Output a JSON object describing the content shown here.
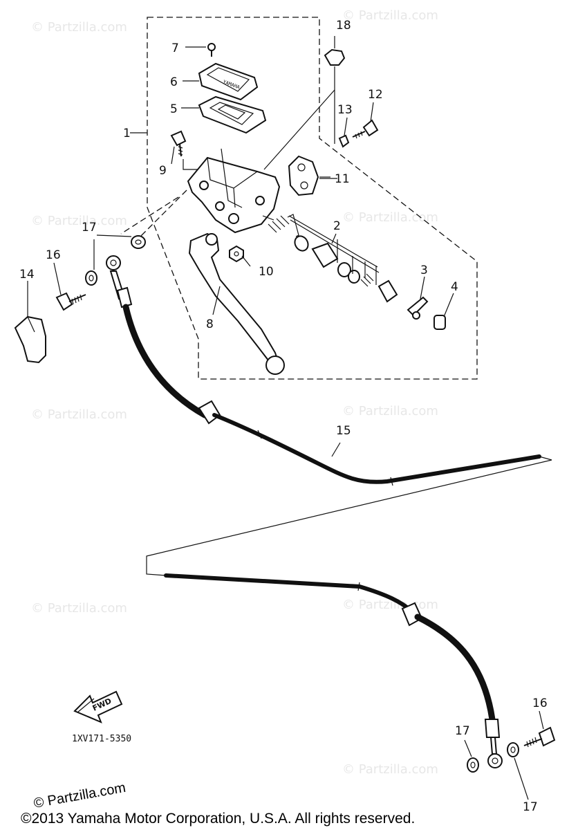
{
  "watermark": "© Partzilla.com",
  "callouts": [
    {
      "id": "c1",
      "text": "1"
    },
    {
      "id": "c2",
      "text": "2"
    },
    {
      "id": "c3",
      "text": "3"
    },
    {
      "id": "c4",
      "text": "4"
    },
    {
      "id": "c5",
      "text": "5"
    },
    {
      "id": "c6",
      "text": "6"
    },
    {
      "id": "c7",
      "text": "7"
    },
    {
      "id": "c8",
      "text": "8"
    },
    {
      "id": "c9",
      "text": "9"
    },
    {
      "id": "c10",
      "text": "10"
    },
    {
      "id": "c11",
      "text": "11"
    },
    {
      "id": "c12",
      "text": "12"
    },
    {
      "id": "c13",
      "text": "13"
    },
    {
      "id": "c14",
      "text": "14"
    },
    {
      "id": "c15",
      "text": "15"
    },
    {
      "id": "c16a",
      "text": "16"
    },
    {
      "id": "c16b",
      "text": "16"
    },
    {
      "id": "c17a",
      "text": "17"
    },
    {
      "id": "c17b",
      "text": "17"
    },
    {
      "id": "c17c",
      "text": "17"
    },
    {
      "id": "c17d",
      "text": "17"
    },
    {
      "id": "c18",
      "text": "18"
    }
  ],
  "fwd_label": "FWD",
  "part_code": "1XV171-5350",
  "brand": "© Partzilla.com",
  "copyright": "©2013 Yamaha Motor Corporation, U.S.A. All rights reserved."
}
